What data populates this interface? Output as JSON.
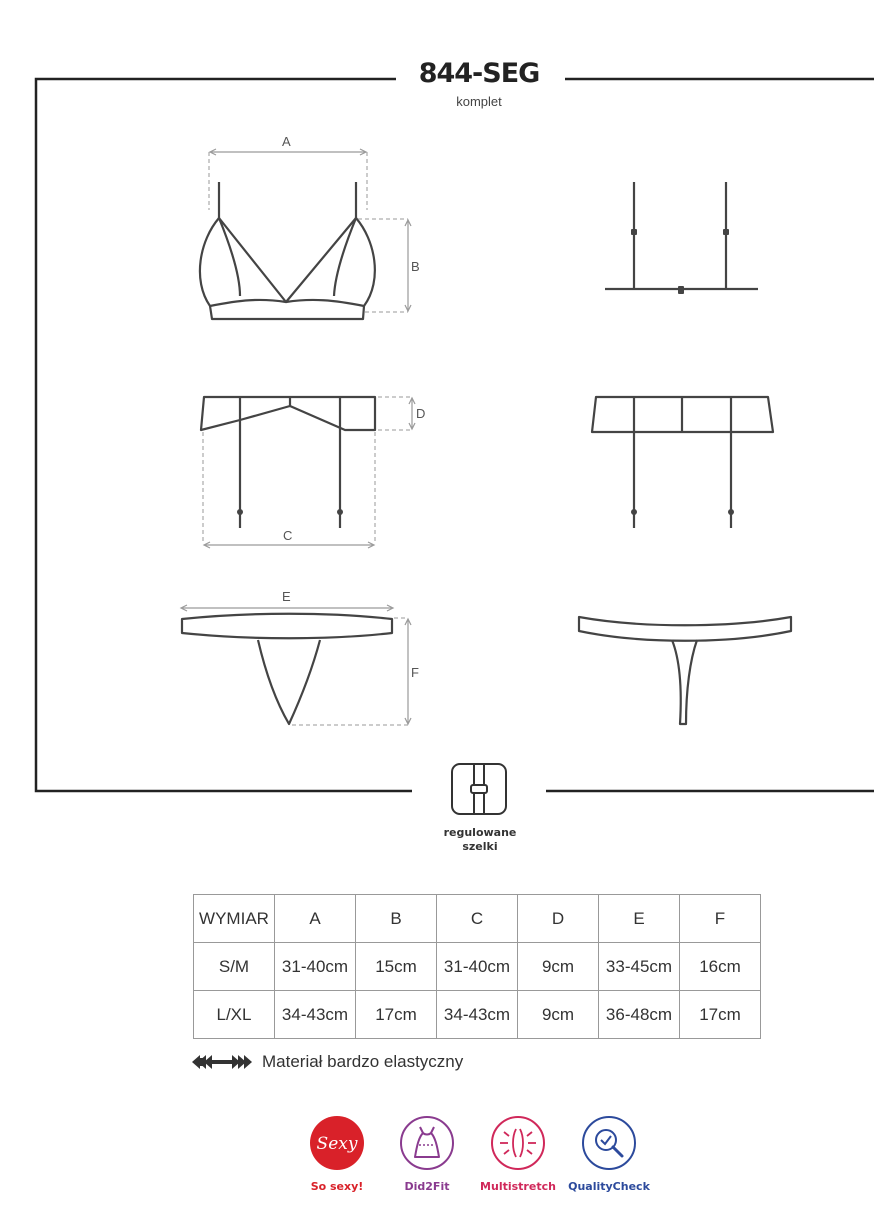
{
  "header": {
    "title": "844-SEG",
    "subtitle": "komplet"
  },
  "diagram_labels": {
    "a": "A",
    "b": "B",
    "c": "C",
    "d": "D",
    "e": "E",
    "f": "F"
  },
  "feature": {
    "icon": "adjustable-strap-icon",
    "label_line1": "regulowane",
    "label_line2": "szelki"
  },
  "size_table": {
    "headers": [
      "WYMIAR",
      "A",
      "B",
      "C",
      "D",
      "E",
      "F"
    ],
    "rows": [
      [
        "S/M",
        "31-40cm",
        "15cm",
        "31-40cm",
        "9cm",
        "33-45cm",
        "16cm"
      ],
      [
        "L/XL",
        "34-43cm",
        "17cm",
        "34-43cm",
        "9cm",
        "36-48cm",
        "17cm"
      ]
    ]
  },
  "elastic_note": {
    "icon": "stretch-arrows-icon",
    "text": "Materiał bardzo elastyczny"
  },
  "badges": [
    {
      "name": "So sexy!",
      "icon_text": "Sexy",
      "color": "#d92129"
    },
    {
      "name": "Did2Fit",
      "color": "#8a3b8f"
    },
    {
      "name": "Multistretch",
      "color": "#d0285a"
    },
    {
      "name": "QualityCheck",
      "color": "#2c4a9c"
    }
  ]
}
